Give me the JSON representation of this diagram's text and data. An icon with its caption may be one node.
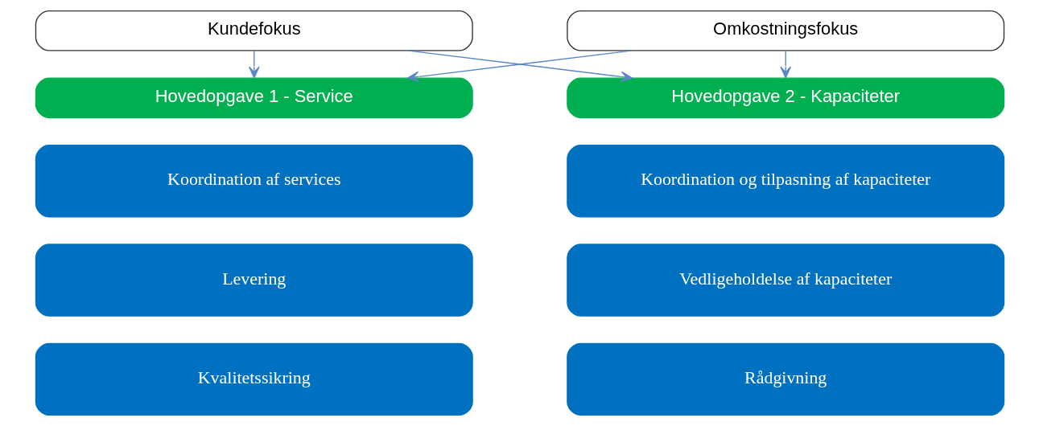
{
  "diagram": {
    "nodes": [
      {
        "text": [
          "Kundefokus"
        ]
      },
      {
        "text": [
          "Omkostningsfokus"
        ]
      },
      {
        "text": [
          "Hovedopgave 1 - Service"
        ]
      },
      {
        "text": [
          "Hovedopgave 2 - Kapaciteter"
        ]
      },
      {
        "text": [
          "Koordination af services"
        ]
      },
      {
        "text": [
          "Koordination og tilpasning af kapaciteter"
        ]
      },
      {
        "text": [
          "Levering"
        ]
      },
      {
        "text": [
          "Vedligeholdelse af kapaciteter"
        ]
      },
      {
        "text": [
          "Kvalitetssikring"
        ]
      },
      {
        "text": [
          "Rådgivning"
        ]
      }
    ],
    "edges": [
      {
        "from": 0,
        "to": 2,
        "arrow": "to"
      },
      {
        "from": 0,
        "to": 3,
        "arrow": "to"
      },
      {
        "from": 1,
        "to": 2,
        "arrow": "to"
      },
      {
        "from": 1,
        "to": 3,
        "arrow": "to"
      }
    ]
  }
}
